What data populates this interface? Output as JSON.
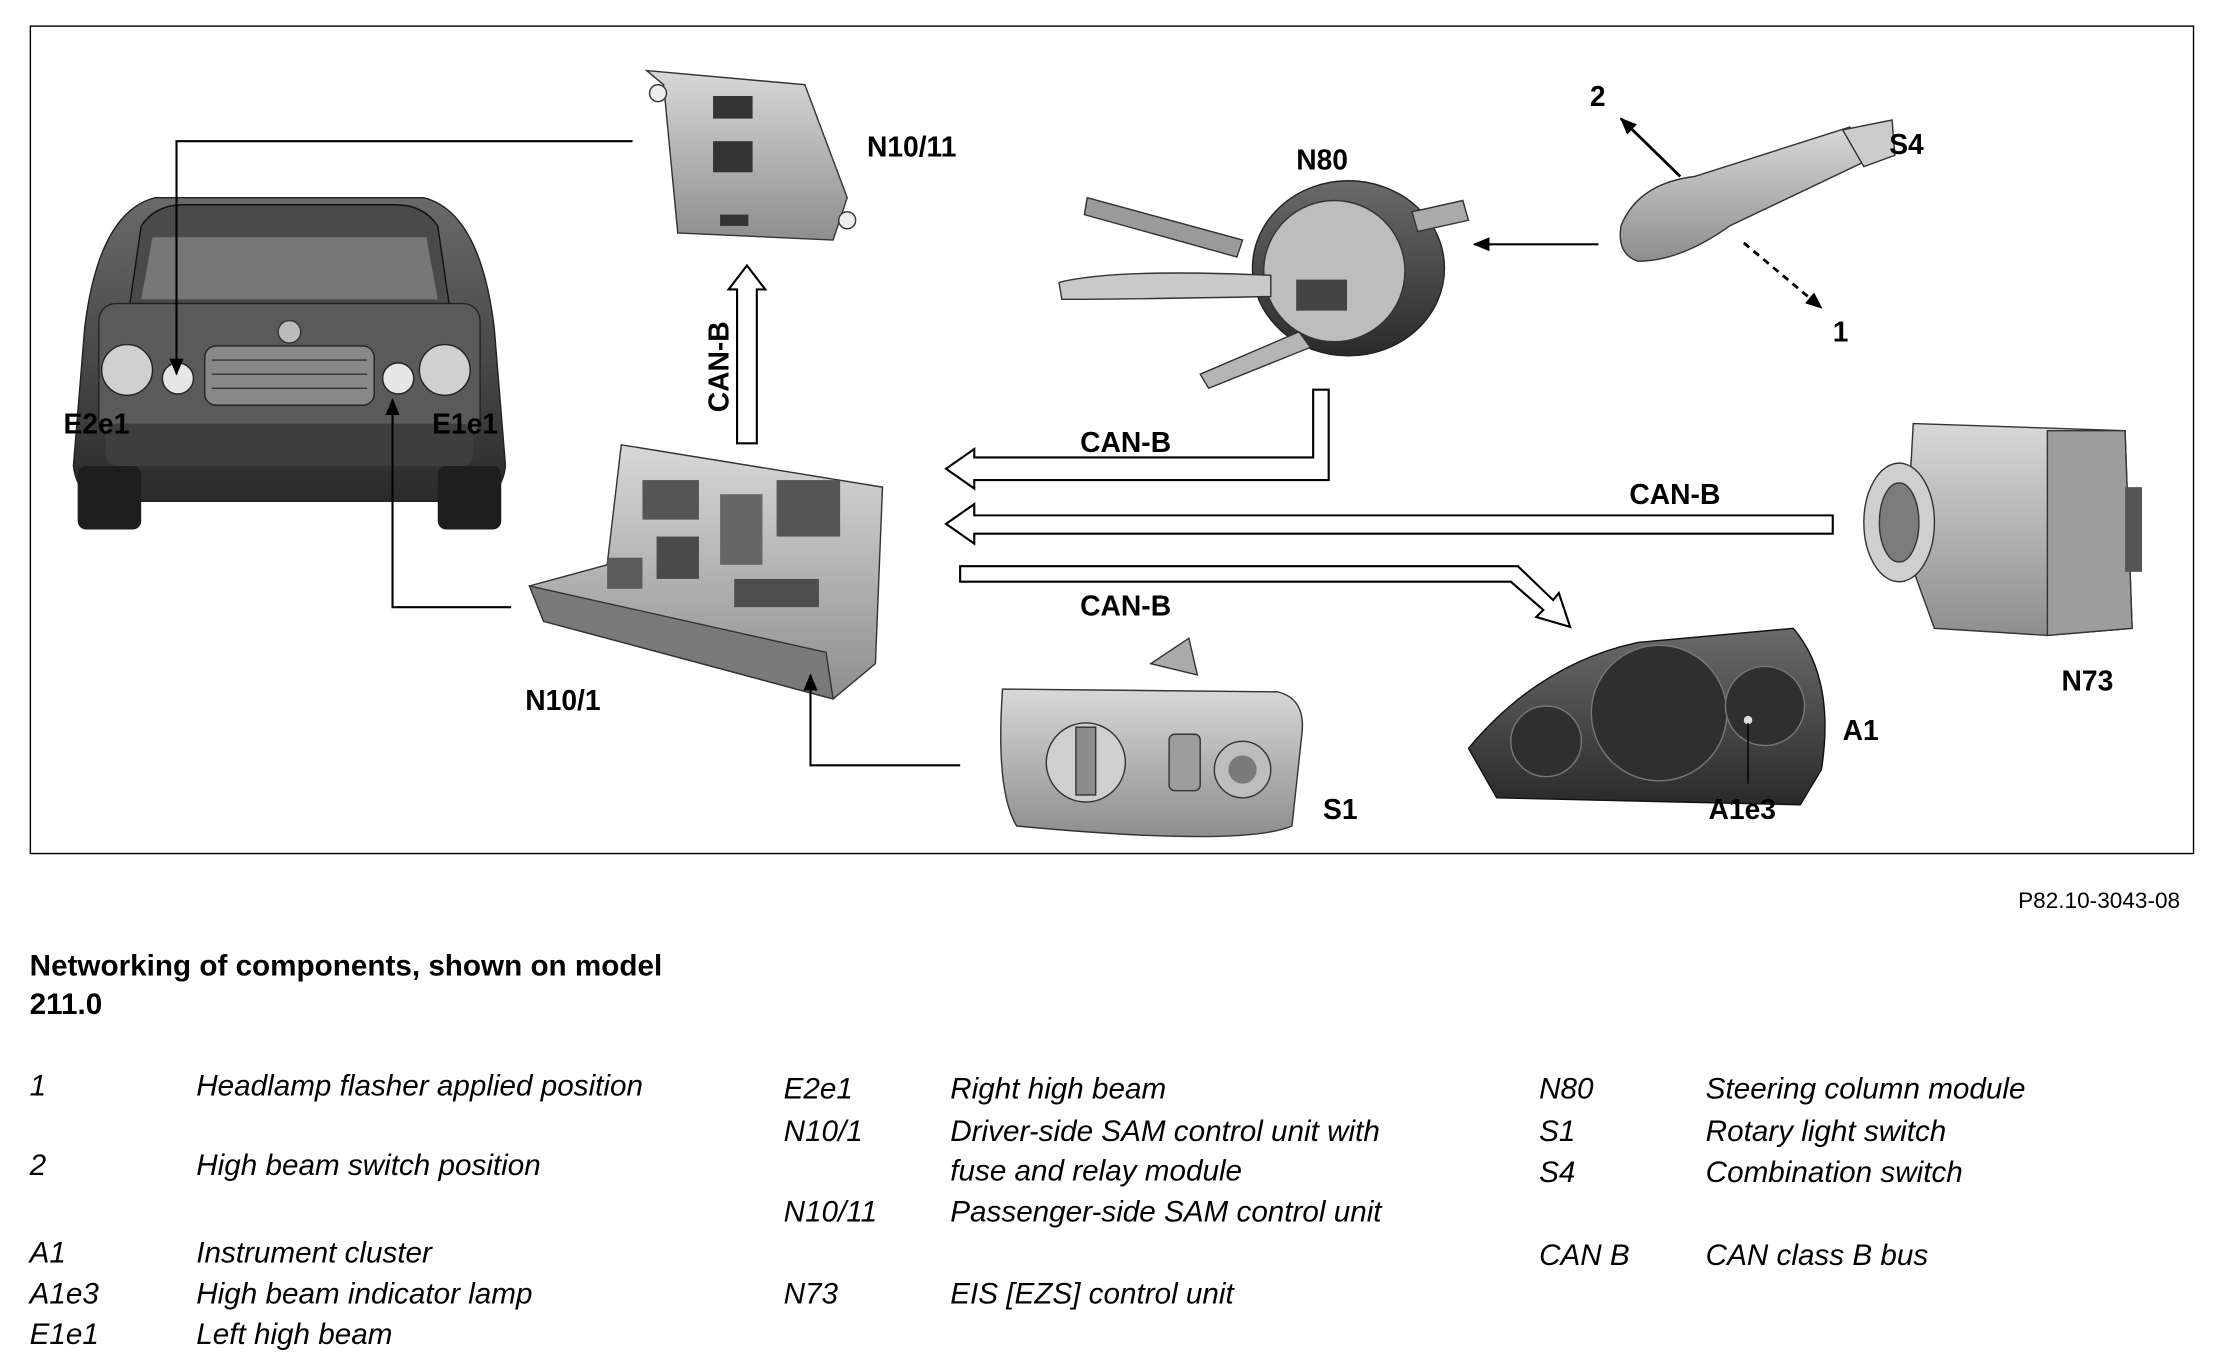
{
  "diagram": {
    "labels": {
      "N10_11": "N10/11",
      "N80": "N80",
      "S4": "S4",
      "pos2": "2",
      "pos1": "1",
      "E2e1": "E2e1",
      "E1e1": "E1e1",
      "canb_vertical": "CAN-B",
      "canb_n80": "CAN-B",
      "canb_n73": "CAN-B",
      "canb_a1": "CAN-B",
      "N10_1": "N10/1",
      "N73": "N73",
      "A1": "A1",
      "A1e3": "A1e3",
      "S1": "S1"
    },
    "figure_id": "P82.10-3043-08"
  },
  "caption": "Networking of components, shown on model 211.0",
  "legend": {
    "col1": [
      {
        "key": "1",
        "value": "Headlamp flasher applied position"
      },
      {
        "key": "2",
        "value": "High beam switch position"
      },
      {
        "key": "A1",
        "value": "Instrument cluster"
      },
      {
        "key": "A1e3",
        "value": "High beam indicator lamp"
      },
      {
        "key": "E1e1",
        "value": "Left high beam"
      }
    ],
    "col2": [
      {
        "key": "E2e1",
        "value": "Right high beam"
      },
      {
        "key": "N10/1",
        "value": "Driver-side SAM control unit with fuse and relay module"
      },
      {
        "key": "N10/11",
        "value": "Passenger-side SAM control unit"
      },
      {
        "key": "N73",
        "value": "EIS [EZS] control unit"
      }
    ],
    "col3": [
      {
        "key": "N80",
        "value": "Steering column module"
      },
      {
        "key": "S1",
        "value": "Rotary light switch"
      },
      {
        "key": "S4",
        "value": "Combination switch"
      },
      {
        "key": "CAN B",
        "value": "CAN class B bus"
      }
    ]
  }
}
